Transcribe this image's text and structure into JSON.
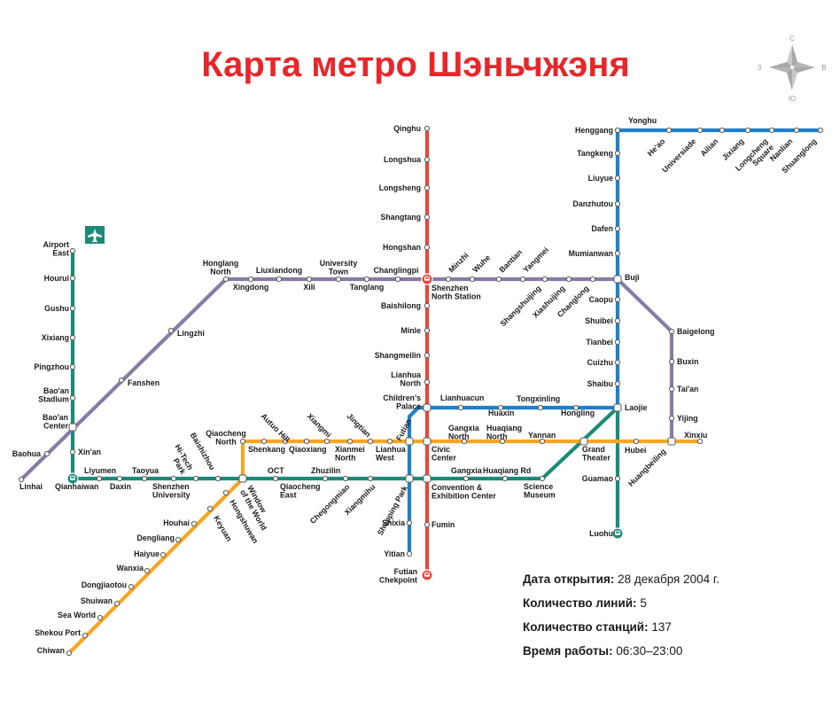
{
  "title": "Карта метро Шэньчжэня",
  "compass": {
    "north": "С",
    "south": "Ю",
    "west": "З",
    "east": "В"
  },
  "colors": {
    "title": "#e8262a",
    "line_red": "#e8453c",
    "line_blue": "#1f7fc8",
    "line_purple": "#8a7aa6",
    "line_green": "#1c8a78",
    "line_orange": "#f5a623",
    "station_fill": "#ffffff"
  },
  "icons": {
    "airport": "airplane-icon",
    "interchange_terminal": "train-icon",
    "compass": "compass-rose-icon"
  },
  "info": [
    {
      "label": "Дата открытия:",
      "value": "28 декабря 2004 г."
    },
    {
      "label": "Количество линий:",
      "value": "5"
    },
    {
      "label": "Количество станций:",
      "value": "137"
    },
    {
      "label": "Время работы:",
      "value": "06:30–23:00"
    }
  ],
  "lines": {
    "red": [
      "Qinghu",
      "Longshua",
      "Longsheng",
      "Shangtang",
      "Hongshan",
      "Shenzhen North Station",
      "Baishilong",
      "Minle",
      "Shangmeilin",
      "Lianhua North",
      "Children’s Palace",
      "Civic Center",
      "Convention & Exhibition Center",
      "Fumin",
      "Futian Chekpoint"
    ],
    "blue_north": [
      "Yonghu",
      "He'ao",
      "Universiade",
      "Ailian",
      "Jixiang",
      "Longcheng Square",
      "Nanlian",
      "Shuanglong",
      "Henggang",
      "Tangkeng",
      "Liuyue",
      "Danzhutou",
      "Dafen",
      "Mumianwan",
      "Buji",
      "Caopu",
      "Shuibei",
      "Tianbei",
      "Cuizhu",
      "Shaibu",
      "Laojie"
    ],
    "blue_south": [
      "Lianhuacun",
      "Huaxin",
      "Tongxinling",
      "Hongling",
      "Futian",
      "Shixia",
      "Yitian"
    ],
    "purple": [
      "Linhai",
      "Baohua",
      "Bao'an Center",
      "Fanshen",
      "Lingzhi",
      "Honglang North",
      "Xingdong",
      "Liuxiandong",
      "Xili",
      "University Town",
      "Tanglang",
      "Changlingpi",
      "Minzhi",
      "Wuhe",
      "Bantian",
      "Yangmei",
      "Shangshuijing",
      "Xiashuijing",
      "Changlong",
      "Baigelong",
      "Buxin",
      "Tai'an",
      "Yijing",
      "Huangbeiling"
    ],
    "green": [
      "Airport East",
      "Hourui",
      "Gushu",
      "Xixiang",
      "Pingzhou",
      "Bao'an Stadium",
      "Xin'an",
      "Qianhaiwan",
      "Liyumen",
      "Daxin",
      "Taoyua",
      "Shenzhen University",
      "Hi-Tech Park",
      "Baishizhou",
      "OCT",
      "Qiaocheng East",
      "Zhuzilin",
      "Chegongmiao",
      "Xiangmihu",
      "Shopping Park",
      "Gangxia",
      "Huaqiang Rd",
      "Science Museum",
      "Grand Theater",
      "Guamao",
      "Luohu"
    ],
    "orange": [
      "Chiwan",
      "Shekou Port",
      "Sea World",
      "Shuiwan",
      "Dongjiaotou",
      "Wanxia",
      "Haiyue",
      "Dengliang",
      "Houhai",
      "Keyuan",
      "Hongshuwan",
      "Window of the World",
      "Qiaocheng North",
      "Shenkang",
      "Autuo Hill",
      "Qiaoxiang",
      "Xiangmi",
      "Xianmei North",
      "Jingtian",
      "Lianhua West",
      "Gangxia North",
      "Huaqiang North",
      "Yannan",
      "Hubei",
      "Xinxiu"
    ]
  }
}
